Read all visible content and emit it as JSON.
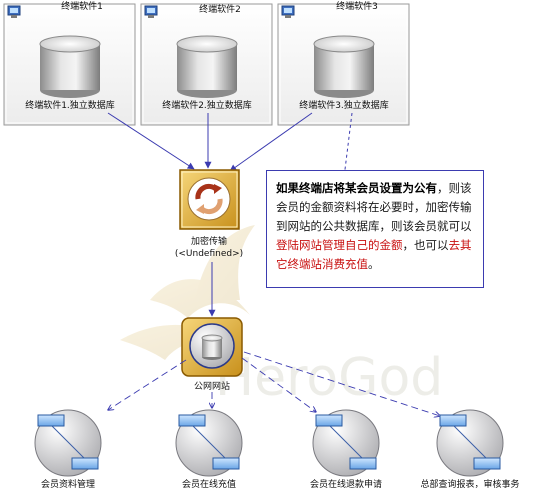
{
  "terminals": [
    {
      "title": "终端软件1",
      "db_label": "终端软件1.独立数据库"
    },
    {
      "title": "终端软件2",
      "db_label": "终端软件2.独立数据库"
    },
    {
      "title": "终端软件3",
      "db_label": "终端软件3.独立数据库"
    }
  ],
  "encrypt_node": {
    "label": "加密传输",
    "sublabel": "(<Undefined>)"
  },
  "public_site": {
    "label": "公网网站"
  },
  "note": {
    "part1": "如果终端店将某会员设置为公有",
    "part2": "，则该会员的金额资料将在必要时，加密传输到网站的公共数据库，则该会员就可以",
    "part3": "登陆网站管理自己的金额",
    "part4": "，也可以",
    "part5": "去其它终端站消费充值",
    "part6": "。"
  },
  "bottom_nodes": [
    {
      "label": "会员资料管理"
    },
    {
      "label": "会员在线充值"
    },
    {
      "label": "会员在线退款申请"
    },
    {
      "label": "总部查询报表，审核事务"
    }
  ],
  "watermark": "HeroGod",
  "colors": {
    "arrow": "#3b3bb0",
    "highlight": "#c81010",
    "panel_border": "#9a9a9a"
  }
}
